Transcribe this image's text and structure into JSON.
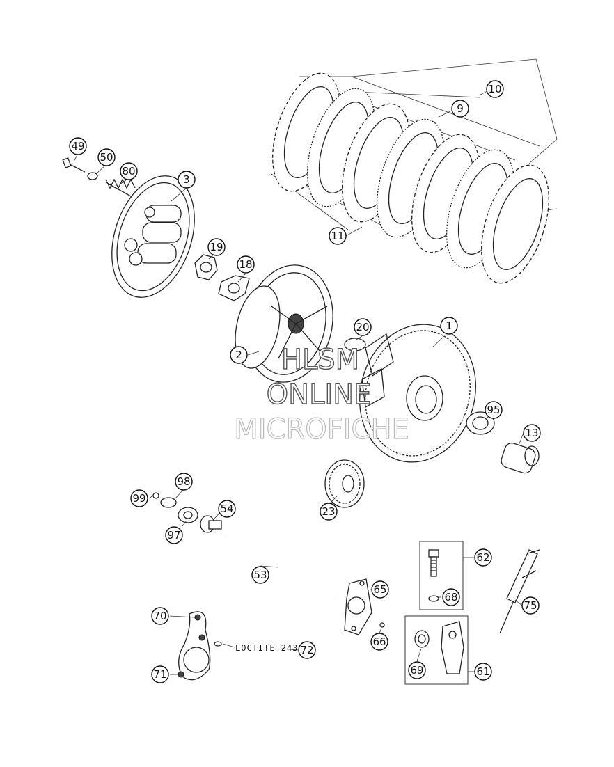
{
  "callouts": [
    {
      "id": "c1",
      "label": "1"
    },
    {
      "id": "c2",
      "label": "2"
    },
    {
      "id": "c3",
      "label": "3"
    },
    {
      "id": "c9",
      "label": "9"
    },
    {
      "id": "c10",
      "label": "10"
    },
    {
      "id": "c11",
      "label": "11"
    },
    {
      "id": "c13",
      "label": "13"
    },
    {
      "id": "c18",
      "label": "18"
    },
    {
      "id": "c19",
      "label": "19"
    },
    {
      "id": "c20",
      "label": "20"
    },
    {
      "id": "c23",
      "label": "23"
    },
    {
      "id": "c49",
      "label": "49"
    },
    {
      "id": "c50",
      "label": "50"
    },
    {
      "id": "c53",
      "label": "53"
    },
    {
      "id": "c54",
      "label": "54"
    },
    {
      "id": "c61",
      "label": "61"
    },
    {
      "id": "c62",
      "label": "62"
    },
    {
      "id": "c65",
      "label": "65"
    },
    {
      "id": "c66",
      "label": "66"
    },
    {
      "id": "c68",
      "label": "68"
    },
    {
      "id": "c69",
      "label": "69"
    },
    {
      "id": "c70",
      "label": "70"
    },
    {
      "id": "c71",
      "label": "71"
    },
    {
      "id": "c72",
      "label": "72"
    },
    {
      "id": "c75",
      "label": "75"
    },
    {
      "id": "c80",
      "label": "80"
    },
    {
      "id": "c95",
      "label": "95"
    },
    {
      "id": "c97",
      "label": "97"
    },
    {
      "id": "c98",
      "label": "98"
    },
    {
      "id": "c99",
      "label": "99"
    }
  ],
  "annotation": {
    "loctite": "LOCTITE 243"
  },
  "watermark": {
    "line1": "HLSM",
    "line2": "ONLINE",
    "line3": "MICROFICHE"
  }
}
